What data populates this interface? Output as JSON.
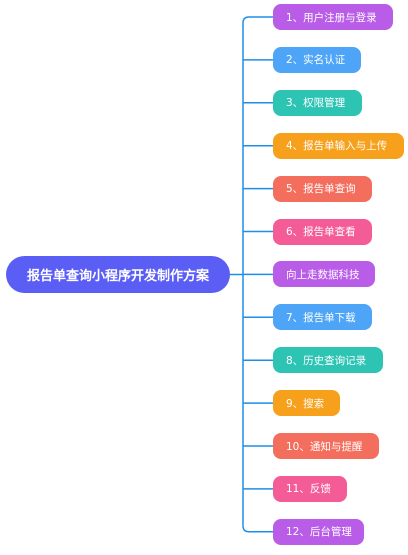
{
  "root": {
    "label": "报告单查询小程序开发制作方案",
    "color": "#5b5ef5"
  },
  "connector_color": "#1f8ee8",
  "branches": [
    {
      "label": "1、用户注册与登录",
      "color": "#b95de8"
    },
    {
      "label": "2、实名认证",
      "color": "#4ea4f6"
    },
    {
      "label": "3、权限管理",
      "color": "#2ec4b4"
    },
    {
      "label": "4、报告单输入与上传",
      "color": "#f7a01c"
    },
    {
      "label": "5、报告单查询",
      "color": "#f46e5e"
    },
    {
      "label": "6、报告单查看",
      "color": "#f45c97"
    },
    {
      "label": "向上走数据科技",
      "color": "#b95de8"
    },
    {
      "label": "7、报告单下载",
      "color": "#4ea4f6"
    },
    {
      "label": "8、历史查询记录",
      "color": "#2ec4b4"
    },
    {
      "label": "9、搜索",
      "color": "#f7a01c"
    },
    {
      "label": "10、通知与提醒",
      "color": "#f46e5e"
    },
    {
      "label": "11、反馈",
      "color": "#f45c97"
    },
    {
      "label": "12、后台管理",
      "color": "#b95de8"
    }
  ]
}
